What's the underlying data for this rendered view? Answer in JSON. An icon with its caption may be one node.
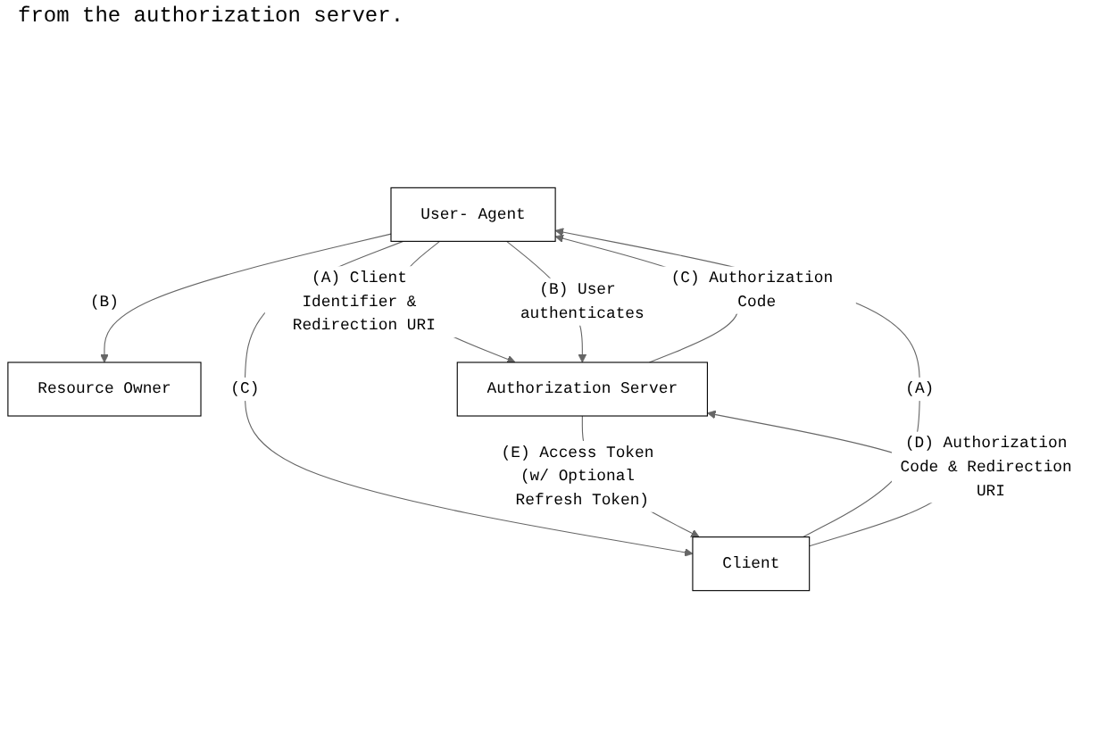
{
  "diagram": {
    "nodes": [
      {
        "text": [
          "Resource Owner"
        ]
      },
      {
        "text": [
          "User- Agent"
        ]
      },
      {
        "text": [
          "Authorization Server"
        ]
      },
      {
        "text": [
          "Client"
        ]
      }
    ],
    "edges": [
      {
        "from": 1,
        "to": 0,
        "arrow": "to",
        "label": "(B)"
      },
      {
        "from": 1,
        "to": 2,
        "arrow": "to",
        "label": "(A) Client Identifier & Redirection URI"
      },
      {
        "from": 1,
        "to": 2,
        "arrow": "to",
        "label": "(B) User authenticates"
      },
      {
        "from": 2,
        "to": 1,
        "arrow": "to",
        "label": "(C) Authorization Code"
      },
      {
        "from": 3,
        "to": 1,
        "arrow": "to",
        "label": "(A)"
      },
      {
        "from": 1,
        "to": 3,
        "arrow": "to",
        "label": "(C)"
      },
      {
        "from": 3,
        "to": 2,
        "arrow": "to",
        "label": "(D) Authorization Code & Redirection URI"
      },
      {
        "from": 2,
        "to": 3,
        "arrow": "to",
        "label": "(E) Access Token (w/ Optional Refresh Token)"
      }
    ],
    "labels": [
      "from the authorization server."
    ]
  }
}
